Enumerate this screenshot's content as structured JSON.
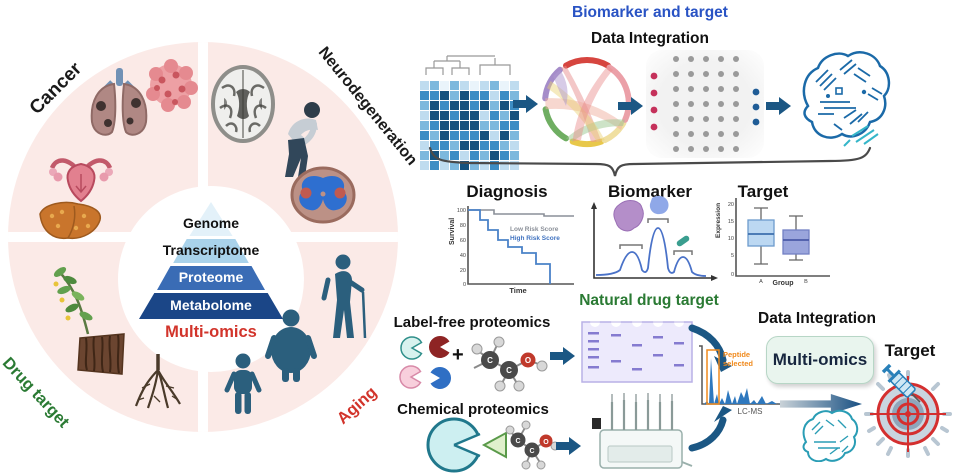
{
  "colors": {
    "arrow": "#1b5784",
    "quadrant_pink": "#fbeae7",
    "accent_blue": "#2953c4",
    "accent_green": "#2a7a33",
    "accent_red": "#d2342b",
    "spectrum_blue": "#2e78be",
    "peptide_orange": "#f08a1d",
    "person_teal": "#2b5f7d"
  },
  "wheel": {
    "cancer_label": "Cancer",
    "neuro_label": "Neurodegeneration",
    "drug_label": "Drug target",
    "aging_label": "Aging",
    "pyramid": {
      "genome": "Genome",
      "transcriptome": "Transcriptome",
      "proteome": "Proteome",
      "metabolome": "Metabolome",
      "caption": "Multi-omics"
    }
  },
  "top": {
    "title": "Biomarker and target",
    "subtitle": "Data Integration",
    "heatmap": {
      "palette": [
        "#eaf4fb",
        "#bfdcef",
        "#7db8dd",
        "#3d8dc4",
        "#16527e"
      ],
      "pattern": [
        "1202101201",
        "3342433132",
        "2434434243",
        "1443441324",
        "2344442233",
        "3243334142",
        "1332443321",
        "2423132432",
        "1312421311"
      ]
    },
    "network": {
      "input_dots": 4,
      "hidden_cols": 5,
      "hidden_rows": 7,
      "output_dots": 3,
      "input_color": "#c5315b",
      "hidden_color": "#9a9a9a",
      "output_color": "#1f5c96"
    }
  },
  "mid": {
    "diagnosis": {
      "title": "Diagnosis",
      "ylabel": "Survival",
      "xlabel": "Time",
      "yticks": [
        "100",
        "80",
        "60",
        "40",
        "20",
        "0"
      ],
      "legend_low": "Low Risk Score",
      "legend_high": "High Risk Score"
    },
    "biomarker": {
      "title": "Biomarker"
    },
    "target": {
      "title": "Target",
      "ylabel": "Expression",
      "xlabel": "Group",
      "yticks": [
        "20",
        "15",
        "10",
        "5",
        "0"
      ],
      "group_a": "A",
      "group_b": "B"
    }
  },
  "bottom": {
    "title": "Natural drug target",
    "label_free": "Label-free proteomics",
    "chemical": "Chemical proteomics",
    "plus": "+",
    "atom_c": "C",
    "atom_o": "O",
    "peptide_line1": "Peptide",
    "peptide_line2": "selected",
    "lcms_label": "LC-MS",
    "integration_title": "Data Integration",
    "multiomics": "Multi-omics",
    "target_label": "Target"
  },
  "icons": [
    "lungs-icon",
    "tumor-icon",
    "uterus-icon",
    "liver-icon",
    "brain-mri-icon",
    "hunched-person-icon",
    "spinal-cord-icon",
    "herb-icon",
    "bark-icon",
    "roots-icon",
    "child-icon",
    "adult-icon",
    "elderly-icon",
    "heatmap-icon",
    "chord-diagram-icon",
    "neural-network-icon",
    "ai-brain-icon",
    "curly-brace",
    "survival-chart",
    "chromatogram-chart",
    "boxplot-chart",
    "protein-pacman-icons",
    "molecule-icon",
    "gel-icon",
    "autosampler-icon",
    "lcms-chart",
    "gradient-arrow",
    "dartboard-icon",
    "syringe-icon"
  ]
}
